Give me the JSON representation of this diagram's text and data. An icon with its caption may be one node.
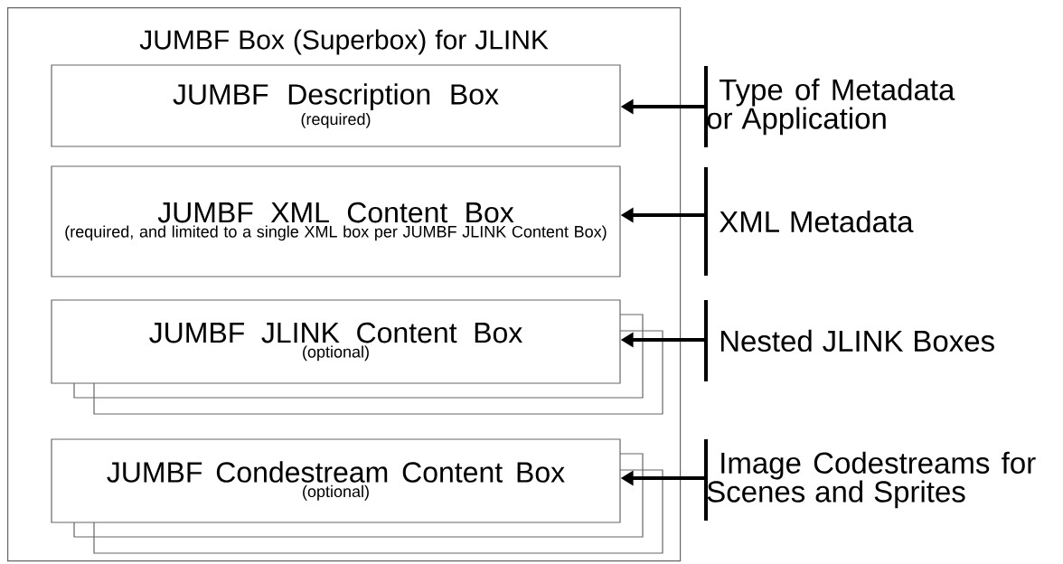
{
  "diagram": {
    "nodes": [
      {
        "text": [
          "JUMBF Box (Superbox) for JLINK"
        ]
      },
      {
        "text": [
          "JUMBF Description Box",
          "(required)"
        ],
        "in": 0
      },
      {
        "text": [
          "JUMBF XML Content Box",
          "(required, and limited to a single XML box per JUMBF JLINK Content Box)"
        ],
        "in": 0
      },
      {
        "text": [
          "JUMBF JLINK Content Box",
          "(optional)"
        ],
        "in": 0
      },
      {
        "text": [
          "JUMBF Condestream Content Box",
          "(optional)"
        ],
        "in": 0
      },
      {
        "text": [
          "Type of Metadata or Application"
        ]
      },
      {
        "text": [
          "XML Metadata"
        ]
      },
      {
        "text": [
          "Nested JLINK Boxes"
        ]
      },
      {
        "text": [
          "Image Codestreams for Scenes and Sprites"
        ]
      }
    ],
    "edges": [
      {
        "from": 5,
        "to": 1,
        "arrow": "to"
      },
      {
        "from": 6,
        "to": 2,
        "arrow": "to"
      },
      {
        "from": 7,
        "to": 3,
        "arrow": "to"
      },
      {
        "from": 8,
        "to": 4,
        "arrow": "to"
      }
    ]
  }
}
